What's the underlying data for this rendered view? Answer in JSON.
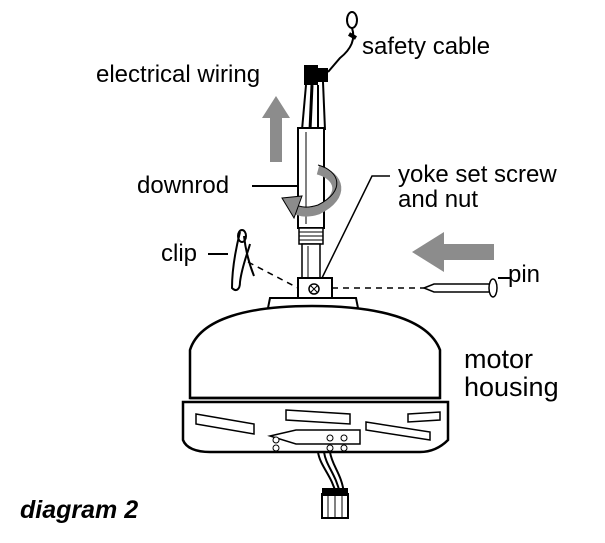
{
  "diagram": {
    "labels": {
      "safety_cable": "safety cable",
      "electrical_wiring": "electrical wiring",
      "downrod": "downrod",
      "yoke_set_screw_line1": "yoke set screw",
      "yoke_set_screw_line2": "and nut",
      "clip": "clip",
      "pin": "pin",
      "motor_line1": "motor",
      "motor_line2": "housing"
    },
    "caption": "diagram 2",
    "colors": {
      "ink": "#000000",
      "arrow": "#8c8c8c",
      "background": "#ffffff"
    },
    "icons": [
      "arrow-up-icon",
      "rotate-arrow-icon",
      "arrow-left-icon"
    ]
  }
}
